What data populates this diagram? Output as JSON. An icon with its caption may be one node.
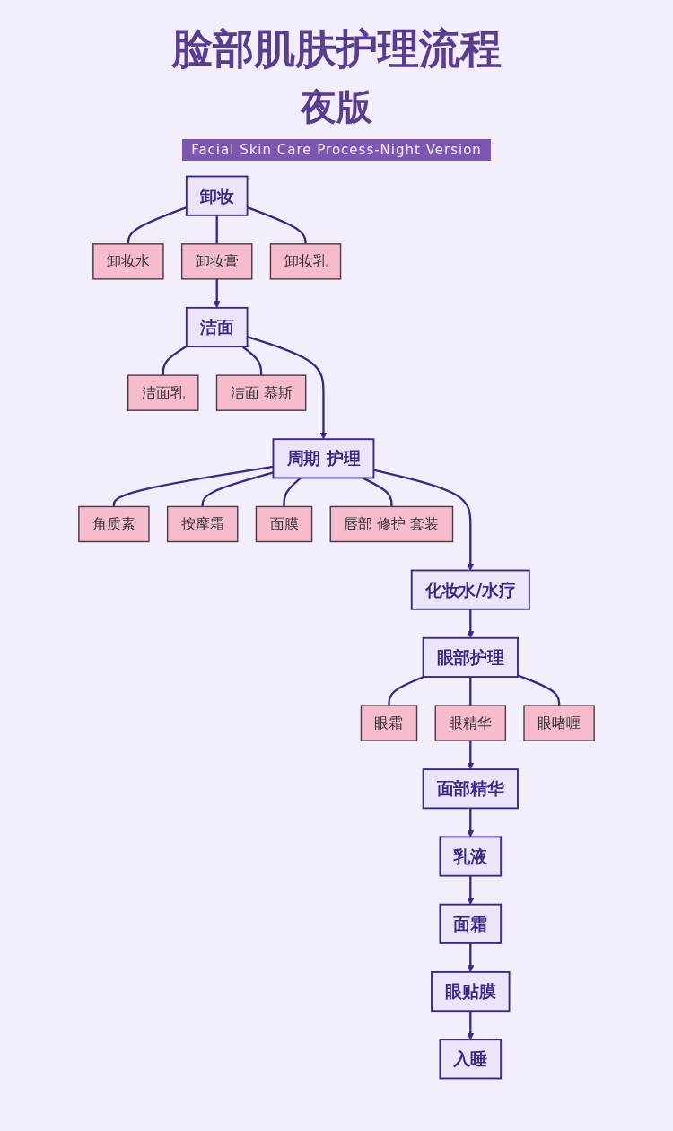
{
  "diagram": {
    "title": "脸部肌肤护理流程",
    "nodes": [
      {
        "text": [
          "卸妆"
        ]
      },
      {
        "text": [
          "卸妆水"
        ]
      },
      {
        "text": [
          "卸妆膏"
        ]
      },
      {
        "text": [
          "卸妆乳"
        ]
      },
      {
        "text": [
          "洁面"
        ]
      },
      {
        "text": [
          "洁面乳"
        ]
      },
      {
        "text": [
          "洁面 慕斯"
        ]
      },
      {
        "text": [
          "周期 护理"
        ]
      },
      {
        "text": [
          "角质素"
        ]
      },
      {
        "text": [
          "按摩霜"
        ]
      },
      {
        "text": [
          "面膜"
        ]
      },
      {
        "text": [
          "唇部 修护 套装"
        ]
      },
      {
        "text": [
          "化妆水/水疗"
        ]
      },
      {
        "text": [
          "眼部护理"
        ]
      },
      {
        "text": [
          "眼霜"
        ]
      },
      {
        "text": [
          "眼精华"
        ]
      },
      {
        "text": [
          "眼啫喱"
        ]
      },
      {
        "text": [
          "面部精华"
        ]
      },
      {
        "text": [
          "乳液"
        ]
      },
      {
        "text": [
          "面霜"
        ]
      },
      {
        "text": [
          "眼贴膜"
        ]
      },
      {
        "text": [
          "入睡"
        ]
      }
    ],
    "edges": [
      {
        "from": 0,
        "to": 1,
        "arrow": "none"
      },
      {
        "from": 0,
        "to": 2,
        "arrow": "none"
      },
      {
        "from": 0,
        "to": 3,
        "arrow": "none"
      },
      {
        "from": 2,
        "to": 4,
        "arrow": "to"
      },
      {
        "from": 4,
        "to": 5,
        "arrow": "none"
      },
      {
        "from": 4,
        "to": 6,
        "arrow": "none"
      },
      {
        "from": 4,
        "to": 7,
        "arrow": "to"
      },
      {
        "from": 7,
        "to": 8,
        "arrow": "none"
      },
      {
        "from": 7,
        "to": 9,
        "arrow": "none"
      },
      {
        "from": 7,
        "to": 10,
        "arrow": "none"
      },
      {
        "from": 7,
        "to": 11,
        "arrow": "none"
      },
      {
        "from": 7,
        "to": 12,
        "arrow": "to"
      },
      {
        "from": 12,
        "to": 13,
        "arrow": "to"
      },
      {
        "from": 13,
        "to": 14,
        "arrow": "none"
      },
      {
        "from": 13,
        "to": 15,
        "arrow": "none"
      },
      {
        "from": 13,
        "to": 16,
        "arrow": "none"
      },
      {
        "from": 15,
        "to": 17,
        "arrow": "to"
      },
      {
        "from": 17,
        "to": 18,
        "arrow": "to"
      },
      {
        "from": 18,
        "to": 19,
        "arrow": "to"
      },
      {
        "from": 19,
        "to": 20,
        "arrow": "to"
      },
      {
        "from": 20,
        "to": 21,
        "arrow": "to"
      }
    ],
    "labels": [
      "夜版",
      "Facial Skin Care Process-Night Version"
    ]
  }
}
